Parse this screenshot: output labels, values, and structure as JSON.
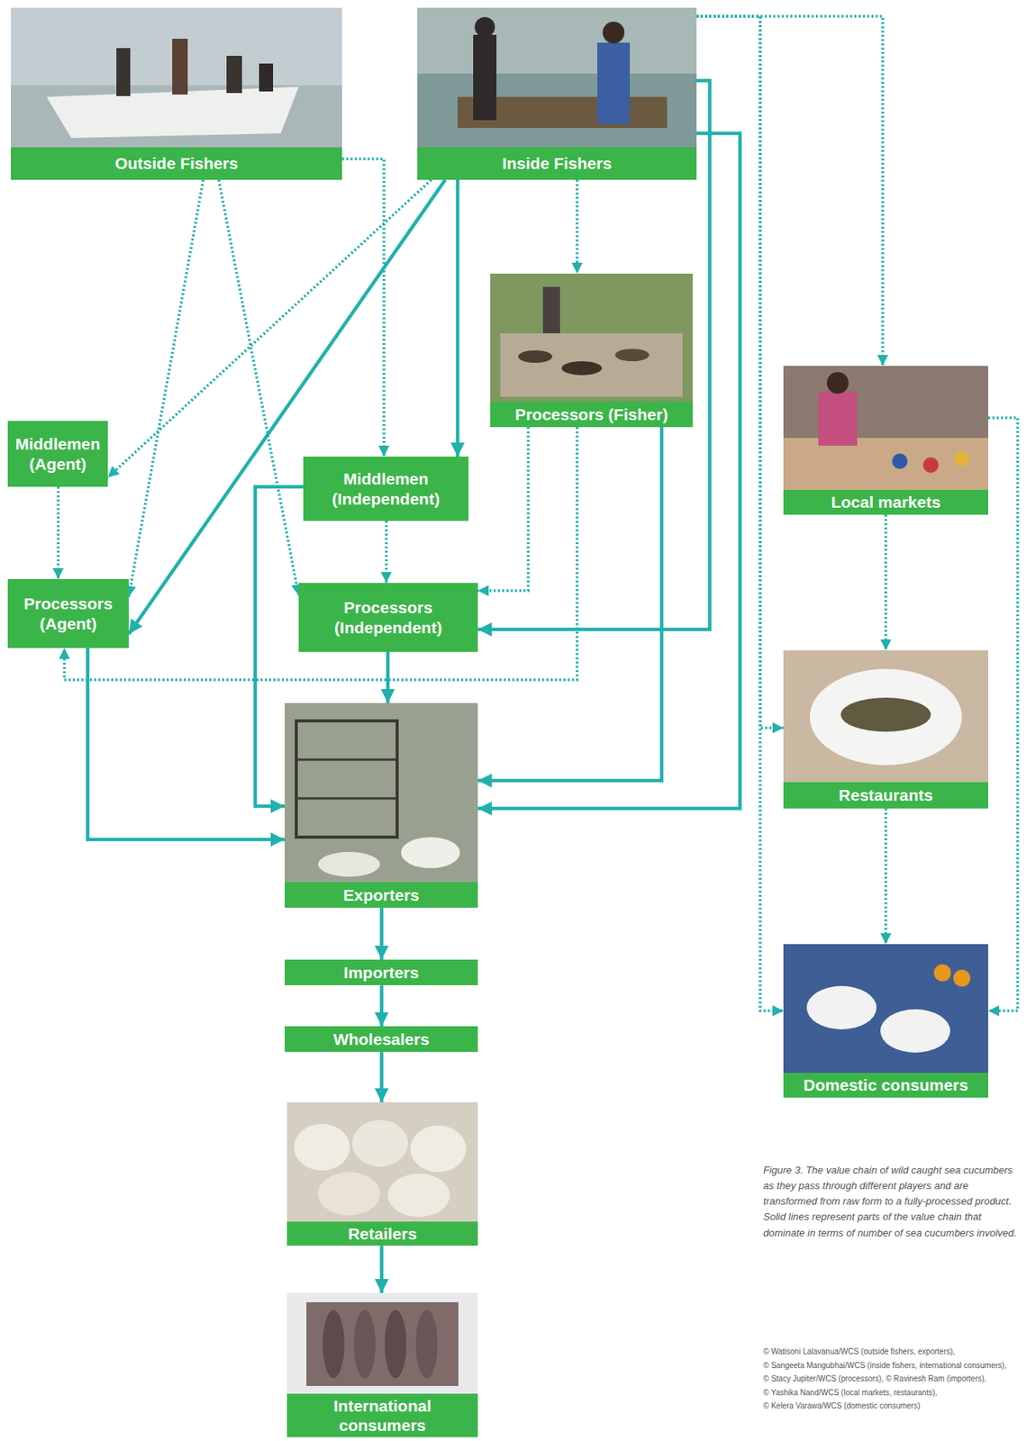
{
  "diagram": {
    "caption": "Figure 3. The value chain of wild caught sea cucumbers as they pass through different players and are transformed from raw form to a fully-processed product. Solid lines represent parts of the value chain that dominate in terms of number of sea cucumbers involved.",
    "nodes": [
      {
        "text": [
          "Outside Fishers"
        ]
      },
      {
        "text": [
          "Inside Fishers"
        ]
      },
      {
        "text": [
          "Processors (Fisher)"
        ]
      },
      {
        "text": [
          "Local markets"
        ]
      },
      {
        "text": [
          "Middlemen (Agent)"
        ]
      },
      {
        "text": [
          "Middlemen (Independent)"
        ]
      },
      {
        "text": [
          "Processors (Agent)"
        ]
      },
      {
        "text": [
          "Processors (Independent)"
        ]
      },
      {
        "text": [
          "Restaurants"
        ]
      },
      {
        "text": [
          "Exporters"
        ]
      },
      {
        "text": [
          "Domestic consumers"
        ]
      },
      {
        "text": [
          "Importers"
        ]
      },
      {
        "text": [
          "Wholesalers"
        ]
      },
      {
        "text": [
          "Retailers"
        ]
      },
      {
        "text": [
          "International consumers"
        ]
      }
    ],
    "edges": [
      {
        "from": 0,
        "to": 5,
        "arrow": "to"
      },
      {
        "from": 0,
        "to": 6,
        "arrow": "to"
      },
      {
        "from": 0,
        "to": 7,
        "arrow": "to"
      },
      {
        "from": 1,
        "to": 4,
        "arrow": "to"
      },
      {
        "from": 1,
        "to": 6,
        "arrow": "to"
      },
      {
        "from": 1,
        "to": 5,
        "arrow": "to"
      },
      {
        "from": 1,
        "to": 2,
        "arrow": "to"
      },
      {
        "from": 1,
        "to": 3,
        "arrow": "to"
      },
      {
        "from": 1,
        "to": 8,
        "arrow": "to"
      },
      {
        "from": 1,
        "to": 10,
        "arrow": "to"
      },
      {
        "from": 1,
        "to": 7,
        "arrow": "to"
      },
      {
        "from": 1,
        "to": 9,
        "arrow": "to"
      },
      {
        "from": 2,
        "to": 9,
        "arrow": "to"
      },
      {
        "from": 2,
        "to": 7,
        "arrow": "to"
      },
      {
        "from": 2,
        "to": 6,
        "arrow": "to"
      },
      {
        "from": 3,
        "to": 8,
        "arrow": "to"
      },
      {
        "from": 3,
        "to": 10,
        "arrow": "to"
      },
      {
        "from": 4,
        "to": 6,
        "arrow": "to"
      },
      {
        "from": 5,
        "to": 7,
        "arrow": "to"
      },
      {
        "from": 5,
        "to": 9,
        "arrow": "to"
      },
      {
        "from": 6,
        "to": 9,
        "arrow": "to"
      },
      {
        "from": 7,
        "to": 9,
        "arrow": "to"
      },
      {
        "from": 8,
        "to": 10,
        "arrow": "to"
      },
      {
        "from": 9,
        "to": 11,
        "arrow": "to"
      },
      {
        "from": 11,
        "to": 12,
        "arrow": "to"
      },
      {
        "from": 12,
        "to": 13,
        "arrow": "to"
      },
      {
        "from": 13,
        "to": 14,
        "arrow": "to"
      }
    ],
    "labels": [
      "© Watisoni Lalavanua/WCS (outside fishers, exporters),",
      "© Sangeeta Mangubhai/WCS (inside fishers, international consumers),",
      "© Stacy Jupiter/WCS (processors), © Ravinesh Ram (importers),",
      "© Yashika Nand/WCS (local markets, restaurants),",
      "© Kelera Varawa/WCS (domestic consumers)"
    ]
  }
}
